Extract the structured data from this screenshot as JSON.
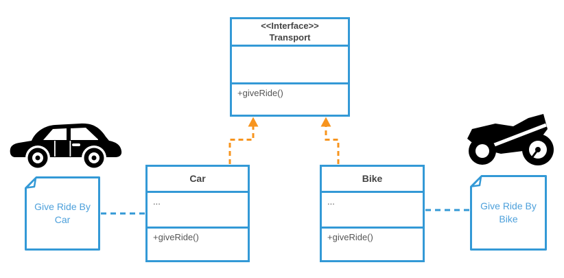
{
  "interface_box": {
    "stereotype": "<<Interface>>",
    "name": "Transport",
    "method": "+giveRide()"
  },
  "car_class": {
    "name": "Car",
    "attributes": "...",
    "method": "+giveRide()"
  },
  "bike_class": {
    "name": "Bike",
    "attributes": "...",
    "method": "+giveRide()"
  },
  "car_note": {
    "line1": "Give Ride By",
    "line2": "Car"
  },
  "bike_note": {
    "line1": "Give Ride By",
    "line2": "Bike"
  },
  "icons": {
    "left": "car-icon",
    "right": "motorcycle-icon"
  },
  "colors": {
    "shape_blue": "#3399D6",
    "note_text_blue": "#4DA0DB",
    "realization_orange": "#F7941E",
    "class_text_gray": "#555555",
    "icon_black": "#000000",
    "background": "#FFFFFF"
  }
}
